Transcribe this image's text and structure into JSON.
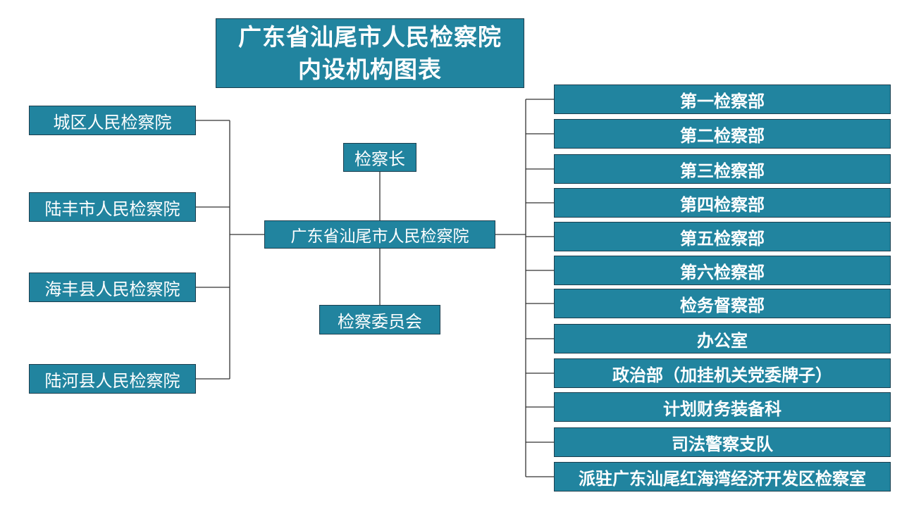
{
  "title": {
    "line1": "广东省汕尾市人民检察院",
    "line2": "内设机构图表"
  },
  "center": {
    "chief": "检察长",
    "main": "广东省汕尾市人民检察院",
    "committee": "检察委员会"
  },
  "left_units": [
    "城区人民检察院",
    "陆丰市人民检察院",
    "海丰县人民检察院",
    "陆河县人民检察院"
  ],
  "right_departments": [
    "第一检察部",
    "第二检察部",
    "第三检察部",
    "第四检察部",
    "第五检察部",
    "第六检察部",
    "检务督察部",
    "办公室",
    "政治部（加挂机关党委牌子）",
    "计划财务装备科",
    "司法警察支队",
    "派驻广东汕尾红海湾经济开发区检察室"
  ],
  "colors": {
    "box_fill": "#21849f",
    "box_border": "#1b3e4e",
    "text": "#ffffff",
    "connector": "#333333"
  }
}
